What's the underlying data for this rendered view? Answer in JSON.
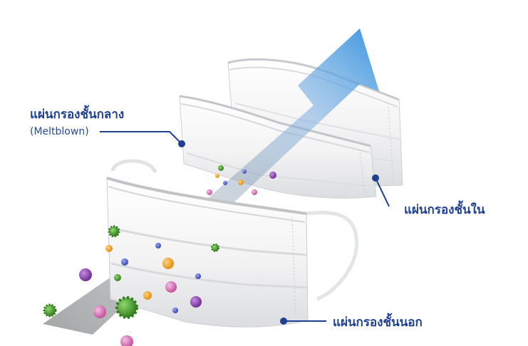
{
  "labels": {
    "middle_title": "แผ่นกรองชั้นกลาง",
    "middle_sub": "(Meltblown)",
    "inner": "แผ่นกรองชั้นใน",
    "outer": "แผ่นกรองชั้นนอก"
  },
  "colors": {
    "label_text": "#1f3f8f",
    "pointer_line": "#1f3f8f",
    "arrow_top": "#2f8fe0",
    "mask_white": "#ffffff",
    "mask_shadow": "#d9dadc",
    "germ_green": "#3f8f2a",
    "germ_purple": "#8a3aa8",
    "germ_pink": "#d86fb5",
    "germ_orange": "#f0a020",
    "germ_blue": "#4a5ad0"
  }
}
